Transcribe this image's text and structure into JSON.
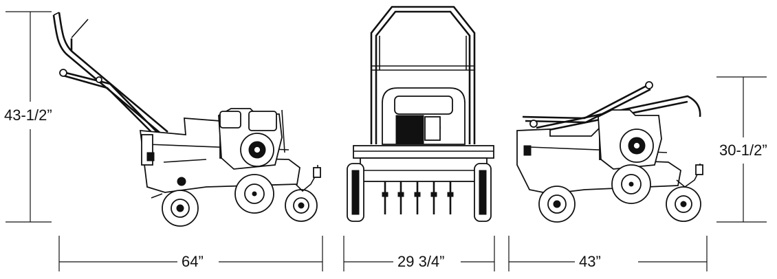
{
  "dimensions": {
    "side_height": "43-1/2”",
    "side_length": "64”",
    "front_width": "29 3/4”",
    "folded_height": "30-1/2”",
    "folded_length": "43”"
  },
  "colors": {
    "line": "#111111",
    "background": "#ffffff"
  }
}
